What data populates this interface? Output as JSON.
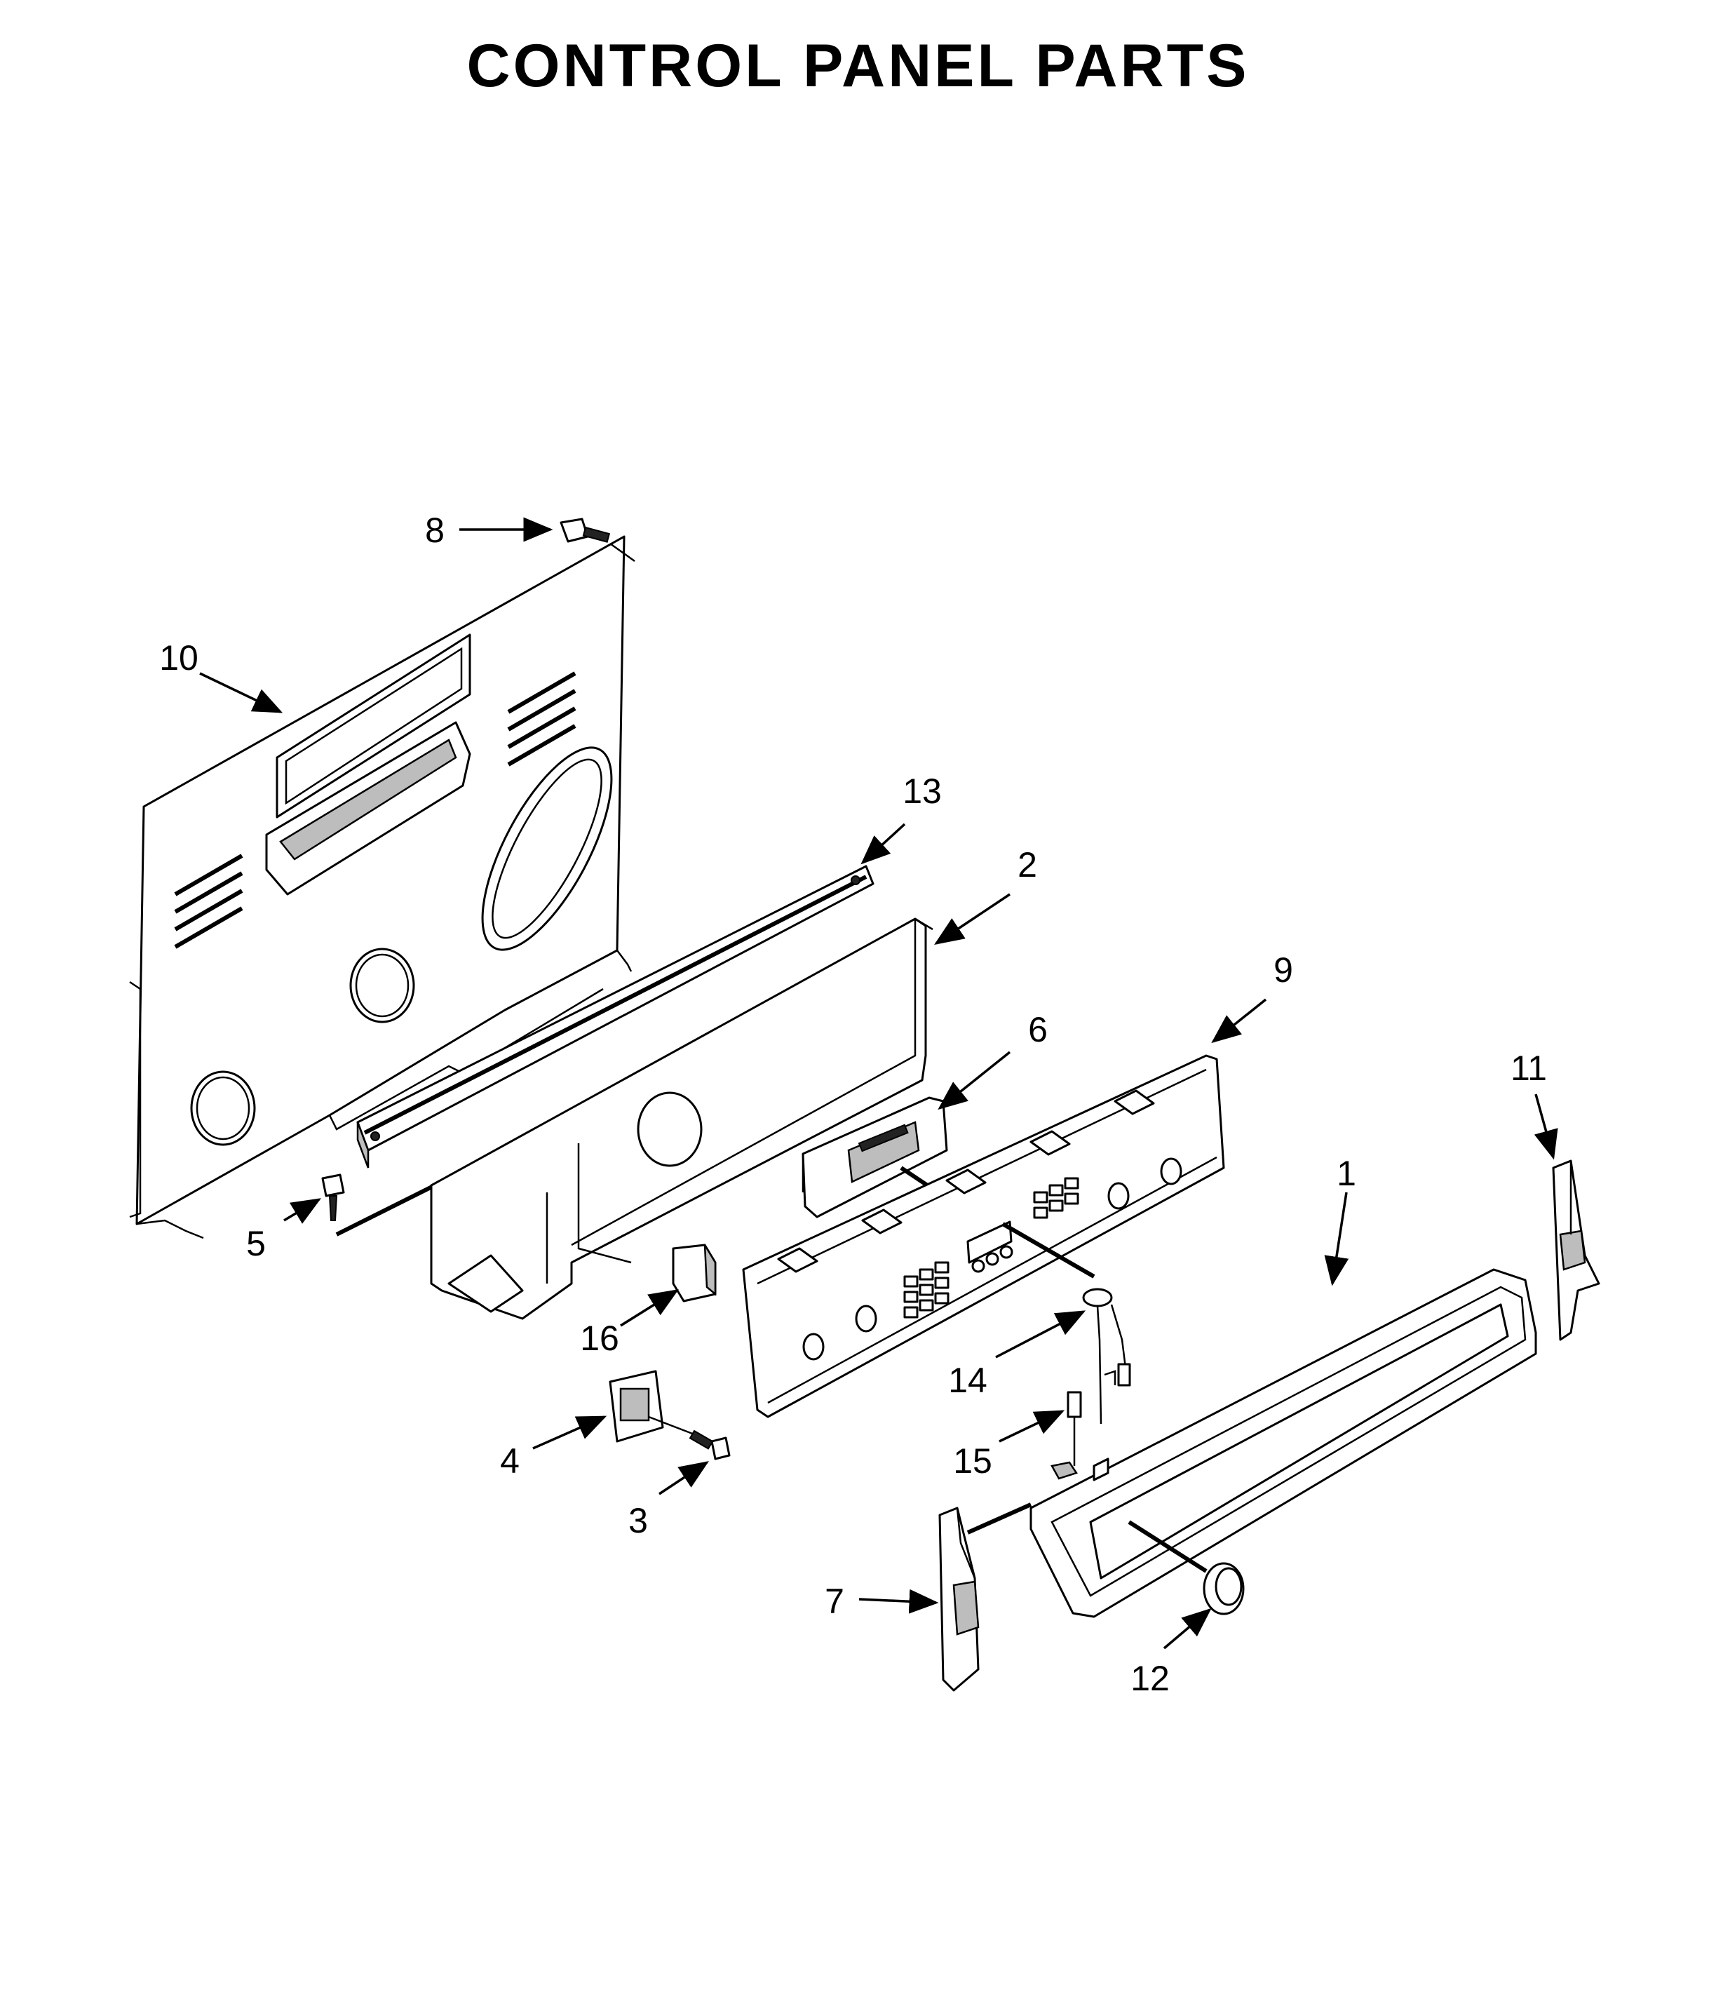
{
  "title": "CONTROL PANEL PARTS",
  "callouts": [
    {
      "id": "c8",
      "label": "8"
    },
    {
      "id": "c10",
      "label": "10"
    },
    {
      "id": "c13",
      "label": "13"
    },
    {
      "id": "c2",
      "label": "2"
    },
    {
      "id": "c9",
      "label": "9"
    },
    {
      "id": "c6",
      "label": "6"
    },
    {
      "id": "c11",
      "label": "11"
    },
    {
      "id": "c1",
      "label": "1"
    },
    {
      "id": "c5",
      "label": "5"
    },
    {
      "id": "c16",
      "label": "16"
    },
    {
      "id": "c14",
      "label": "14"
    },
    {
      "id": "c4",
      "label": "4"
    },
    {
      "id": "c15",
      "label": "15"
    },
    {
      "id": "c3",
      "label": "3"
    },
    {
      "id": "c7",
      "label": "7"
    },
    {
      "id": "c12",
      "label": "12"
    }
  ]
}
